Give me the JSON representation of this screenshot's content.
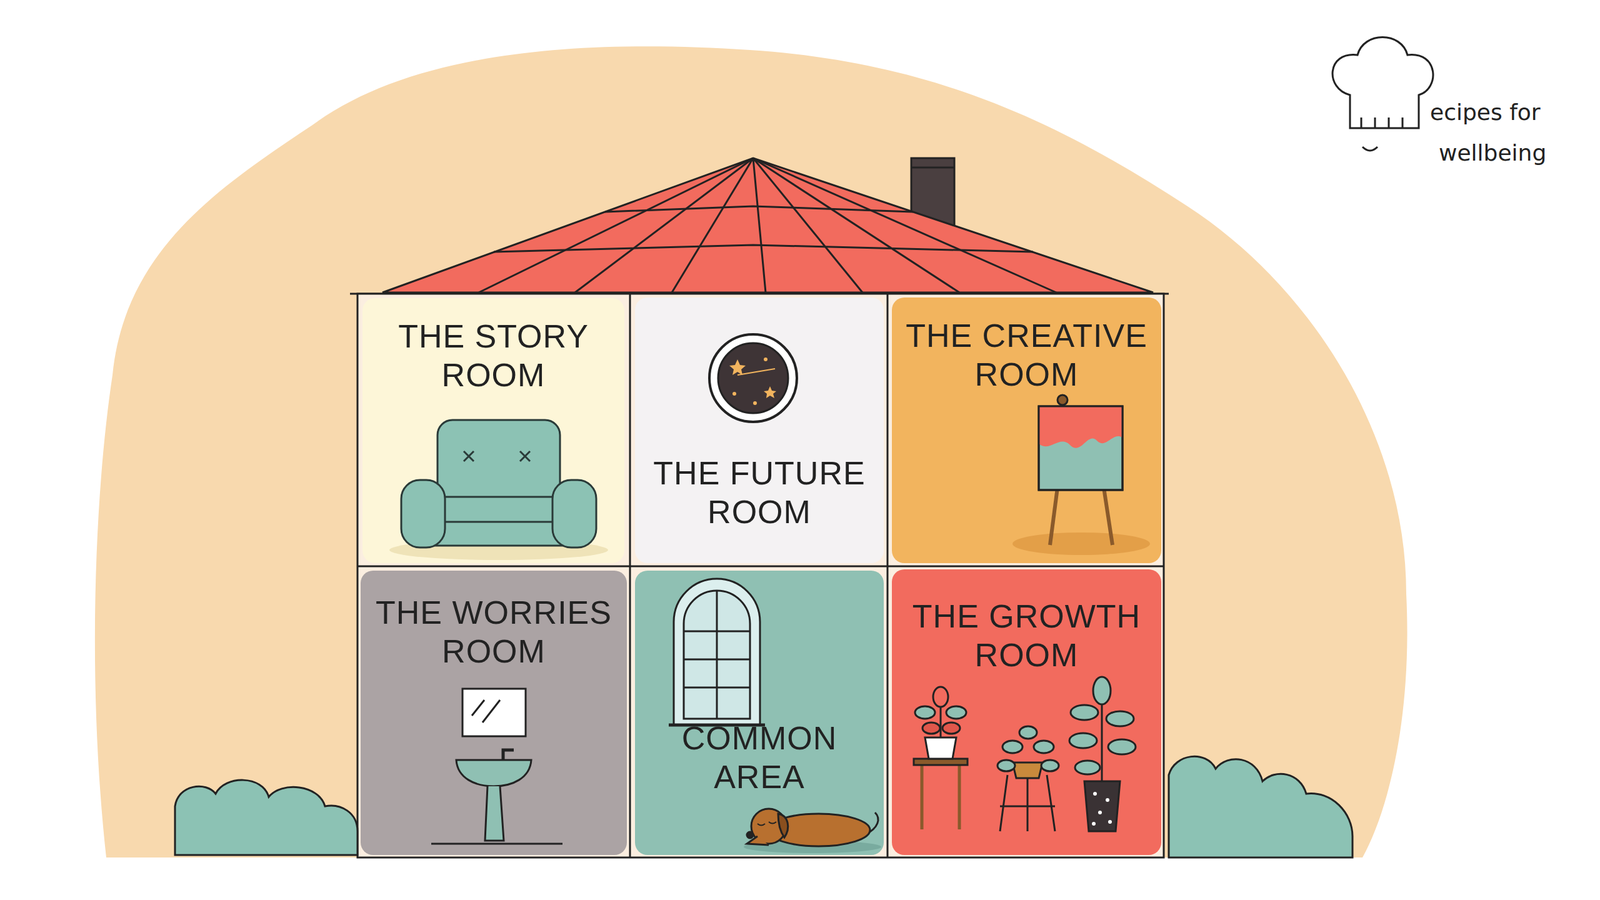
{
  "diagram": {
    "nodes": [
      {
        "text": [
          "THE STORY ROOM"
        ]
      },
      {
        "text": [
          "THE FUTURE ROOM"
        ]
      },
      {
        "text": [
          "THE CREATIVE ROOM"
        ]
      },
      {
        "text": [
          "THE WORRIES ROOM"
        ]
      },
      {
        "text": [
          "COMMON AREA"
        ]
      },
      {
        "text": [
          "THE GROWTH ROOM"
        ]
      }
    ],
    "labels": [
      "ecipes for",
      "wellbeing"
    ]
  }
}
